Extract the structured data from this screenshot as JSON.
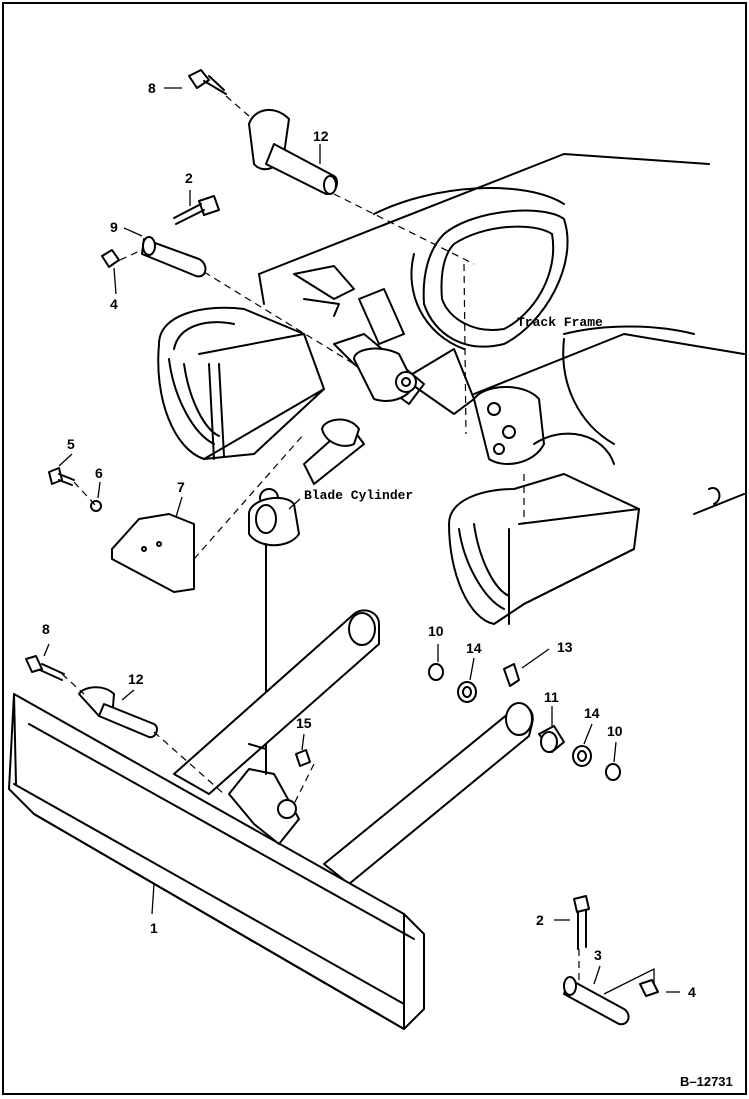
{
  "diagram": {
    "labels": {
      "track_frame": "Track Frame",
      "blade_cylinder": "Blade Cylinder"
    },
    "callouts": [
      "8",
      "12",
      "2",
      "9",
      "4",
      "5",
      "6",
      "7",
      "8",
      "12",
      "15",
      "1",
      "10",
      "14",
      "13",
      "11",
      "14",
      "10",
      "2",
      "3",
      "4"
    ],
    "figure_id": "B–12731"
  }
}
